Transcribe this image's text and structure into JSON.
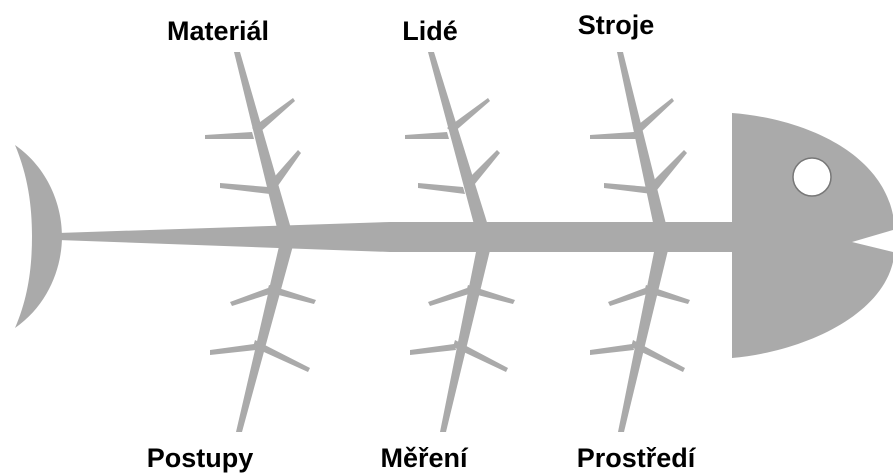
{
  "diagram": {
    "type": "fishbone",
    "colors": {
      "bone": "#aaaaaa",
      "eye": "#ffffff",
      "text": "#000000"
    },
    "categories": {
      "top": [
        "Materiál",
        "Lidé",
        "Stroje"
      ],
      "bottom": [
        "Postupy",
        "Měření",
        "Prostředí"
      ]
    }
  }
}
